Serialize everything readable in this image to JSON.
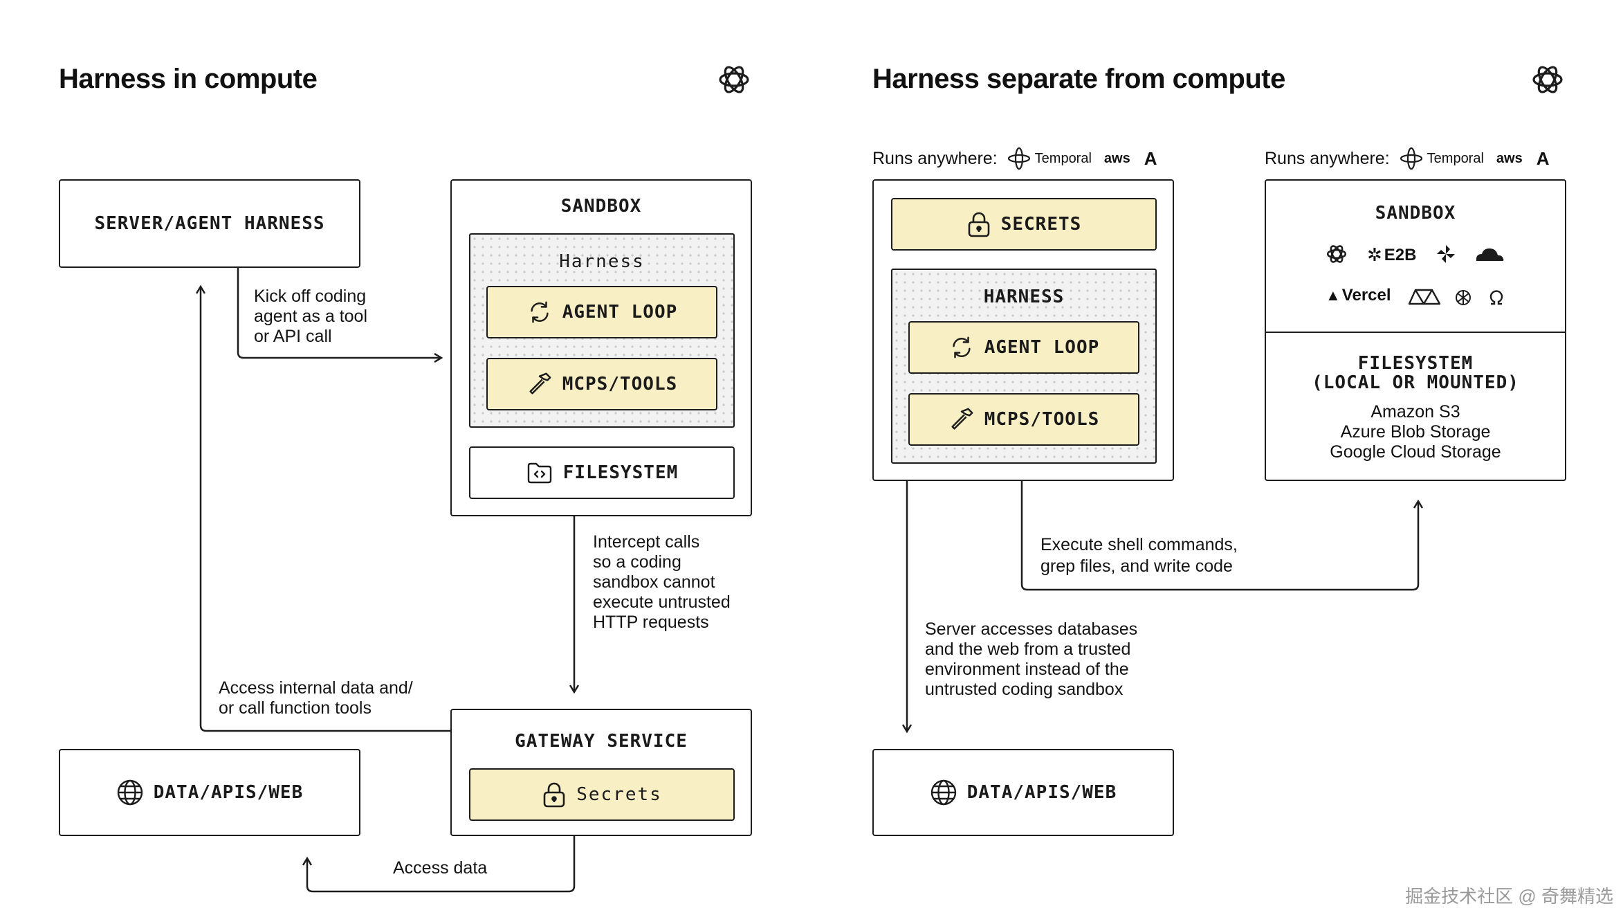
{
  "left": {
    "title": "Harness in compute",
    "server_agent_harness": "SERVER/AGENT HARNESS",
    "sandbox_label": "SANDBOX",
    "harness_label": "Harness",
    "agent_loop": "AGENT LOOP",
    "mcps_tools": "MCPS/TOOLS",
    "filesystem": "FILESYSTEM",
    "gateway_service": "GATEWAY SERVICE",
    "secrets": "Secrets",
    "data_apis_web": "DATA/APIS/WEB",
    "annotation_kickoff": [
      "Kick off coding",
      "agent as a tool",
      "or API call"
    ],
    "annotation_intercept": [
      "Intercept calls",
      "so a coding",
      "sandbox cannot",
      "execute untrusted",
      "HTTP requests"
    ],
    "annotation_access_internal": [
      "Access internal data and/",
      "or call function tools"
    ],
    "annotation_access_data": "Access data"
  },
  "right": {
    "title": "Harness separate from compute",
    "runs_anywhere": "Runs anywhere:",
    "temporal": "Temporal",
    "aws": "aws",
    "anthropic_mark": "A",
    "secrets": "SECRETS",
    "harness_label": "HARNESS",
    "agent_loop": "AGENT LOOP",
    "mcps_tools": "MCPS/TOOLS",
    "sandbox_label": "SANDBOX",
    "e2b": "E2B",
    "vercel": "Vercel",
    "filesystem_line1": "FILESYSTEM",
    "filesystem_line2": "(LOCAL OR MOUNTED)",
    "storage": [
      "Amazon S3",
      "Azure Blob Storage",
      "Google Cloud Storage"
    ],
    "data_apis_web": "DATA/APIS/WEB",
    "annotation_execute": [
      "Execute shell commands,",
      "grep files, and write code"
    ],
    "annotation_server_access": [
      "Server accesses databases",
      "and the web from a trusted",
      "environment instead of the",
      "untrusted coding sandbox"
    ]
  },
  "watermark": "掘金技术社区 @ 奇舞精选",
  "colors": {
    "accent_yellow": "#f8efc4",
    "stroke": "#1c1c1c",
    "dots_bg": "#f2f2f2"
  }
}
